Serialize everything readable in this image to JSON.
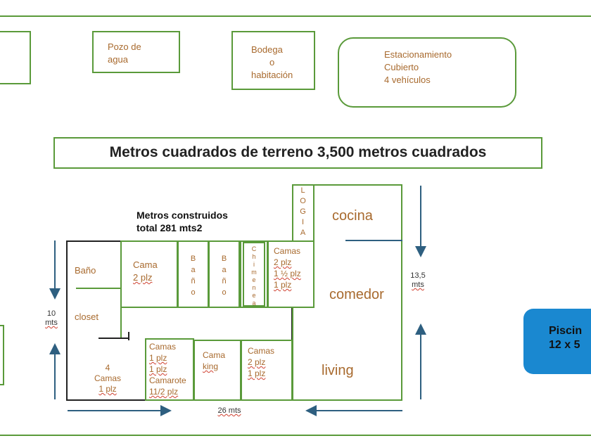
{
  "top": {
    "pozo": [
      "Pozo de",
      "agua"
    ],
    "bodega": [
      "Bodega",
      "o",
      "habitación"
    ],
    "estacionamiento": [
      "Estacionamiento",
      "Cubierto",
      "4 vehículos"
    ]
  },
  "title": "Metros cuadrados de terreno 3,500 metros cuadrados",
  "construidos": [
    "Metros construidos",
    "total 281 mts2"
  ],
  "rooms": {
    "logia": [
      "L",
      "O",
      "G",
      "I",
      "A"
    ],
    "cocina": "cocina",
    "bano1": "Baño",
    "cama": [
      "Cama",
      "2 plz"
    ],
    "bano2": [
      "B",
      "a",
      "ñ",
      "o"
    ],
    "bano3": [
      "B",
      "a",
      "ñ",
      "o"
    ],
    "chimenea": [
      "C",
      "h",
      "i",
      "m",
      "e",
      "n",
      "e",
      "a"
    ],
    "camas_right": [
      "Camas",
      "2 plz",
      "1 ½ plz",
      "1 plz"
    ],
    "comedor": "comedor",
    "closet": "closet",
    "camas_bottom": [
      "Camas",
      "1 plz",
      "1 plz",
      "Camarote",
      "11/2 plz"
    ],
    "cama_king": [
      "Cama",
      "king"
    ],
    "camas_2": [
      "Camas",
      "2 plz",
      "1 plz"
    ],
    "living": "living",
    "camas_4": [
      "4",
      "Camas",
      "1 plz"
    ]
  },
  "dimensions": {
    "left": [
      "10",
      "mts"
    ],
    "right": [
      "13,5",
      "mts"
    ],
    "bottom": "26 mts"
  },
  "piscina": [
    "Piscin",
    "12 x 5"
  ],
  "colors": {
    "border_green": "#5a9a3a",
    "text_brown": "#a86a2e",
    "arrow_blue": "#2e5f80",
    "pool_blue": "#1a88d0"
  }
}
